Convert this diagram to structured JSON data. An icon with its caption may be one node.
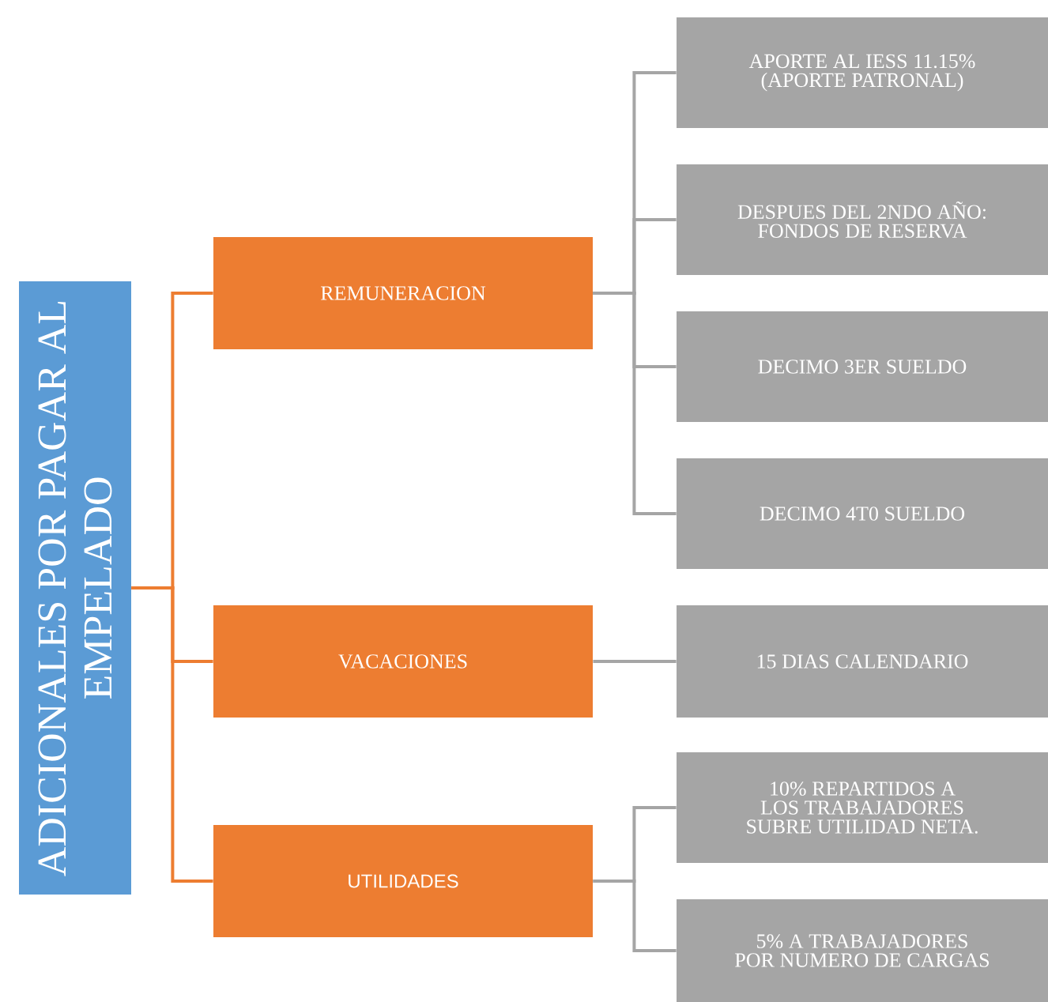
{
  "diagram": {
    "nodes": [
      {
        "text": [
          "ADICIONALES POR PAGAR AL EMPELADO"
        ]
      },
      {
        "text": [
          "REMUNERACION"
        ]
      },
      {
        "text": [
          "VACACIONES"
        ]
      },
      {
        "text": [
          "UTILIDADES"
        ]
      },
      {
        "text": [
          "APORTE AL IESS 11.15% (APORTE PATRONAL)"
        ]
      },
      {
        "text": [
          "DESPUES DEL 2NDO AÑO: FONDOS DE RESERVA"
        ]
      },
      {
        "text": [
          "DECIMO 3ER SUELDO"
        ]
      },
      {
        "text": [
          "DECIMO 4T0 SUELDO"
        ]
      },
      {
        "text": [
          "15 DIAS CALENDARIO"
        ]
      },
      {
        "text": [
          "10% REPARTIDOS A LOS TRABAJADORES SUBRE UTILIDAD NETA."
        ]
      },
      {
        "text": [
          "5% A TRABAJADORES POR NUMERO DE CARGAS"
        ]
      }
    ],
    "edges": [
      {
        "from": 0,
        "to": 1,
        "arrow": "none",
        "color": "#ed7d31"
      },
      {
        "from": 0,
        "to": 2,
        "arrow": "none",
        "color": "#ed7d31"
      },
      {
        "from": 0,
        "to": 3,
        "arrow": "none",
        "color": "#ed7d31"
      },
      {
        "from": 1,
        "to": 4,
        "arrow": "none"
      },
      {
        "from": 1,
        "to": 5,
        "arrow": "none"
      },
      {
        "from": 1,
        "to": 6,
        "arrow": "none"
      },
      {
        "from": 1,
        "to": 7,
        "arrow": "none"
      },
      {
        "from": 2,
        "to": 8,
        "arrow": "none"
      },
      {
        "from": 3,
        "to": 9,
        "arrow": "none"
      },
      {
        "from": 3,
        "to": 10,
        "arrow": "none"
      }
    ]
  }
}
